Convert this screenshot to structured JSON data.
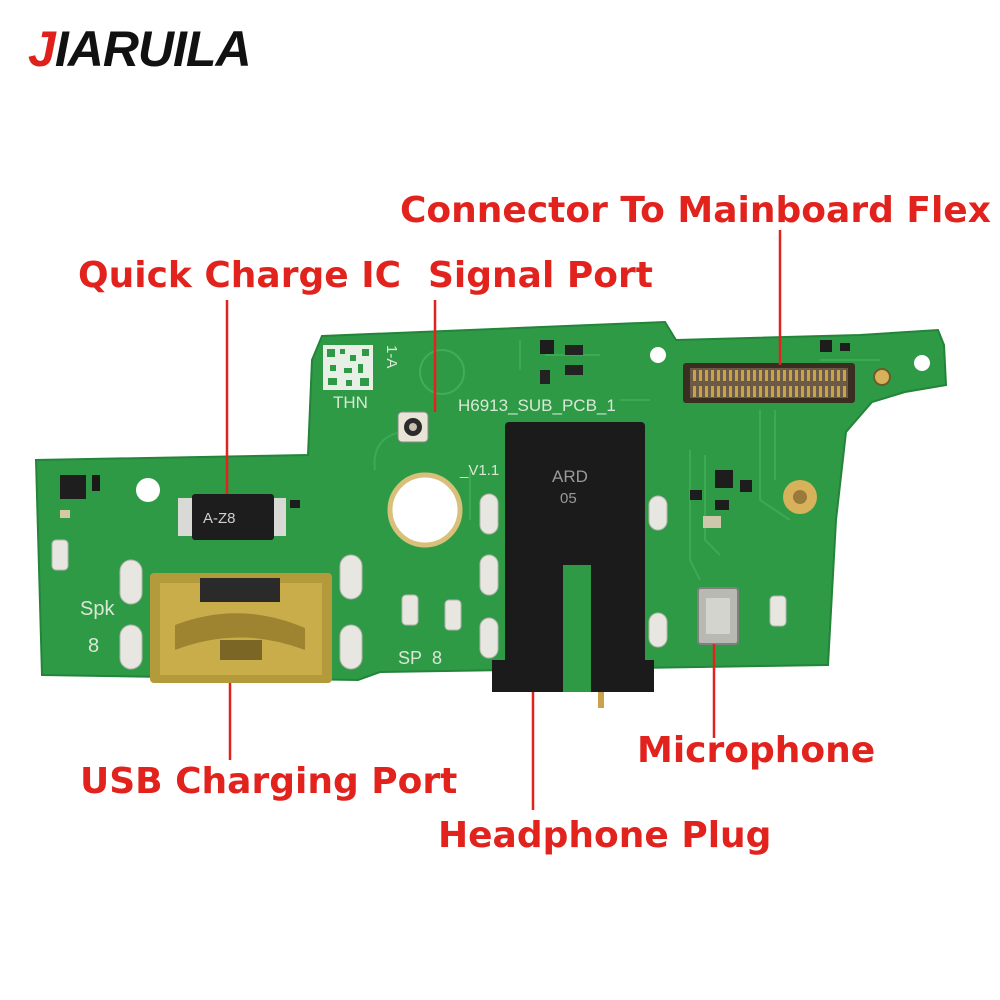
{
  "brand": {
    "first": "J",
    "rest": "IARUILA",
    "primary_color": "#e0211b",
    "secondary_color": "#111111"
  },
  "labels": {
    "connector": "Connector To Mainboard Flex",
    "quick_charge": "Quick Charge IC",
    "signal_port": "Signal Port",
    "usb_port": "USB Charging Port",
    "headphone": "Headphone Plug",
    "microphone": "Microphone",
    "color": "#e2231d"
  },
  "board": {
    "color": "#2f9a46",
    "silkscreen": {
      "model": "H6913_SUB_PCB_1",
      "maker": "THN",
      "version": "_V1.1",
      "jack_mark": "ARD",
      "jack_mark2": "05",
      "ic_mark": "A-Z8",
      "spk": "Spk",
      "spk_num": "8",
      "sp": "SP",
      "sp_num": "8",
      "side": "1-A"
    }
  }
}
